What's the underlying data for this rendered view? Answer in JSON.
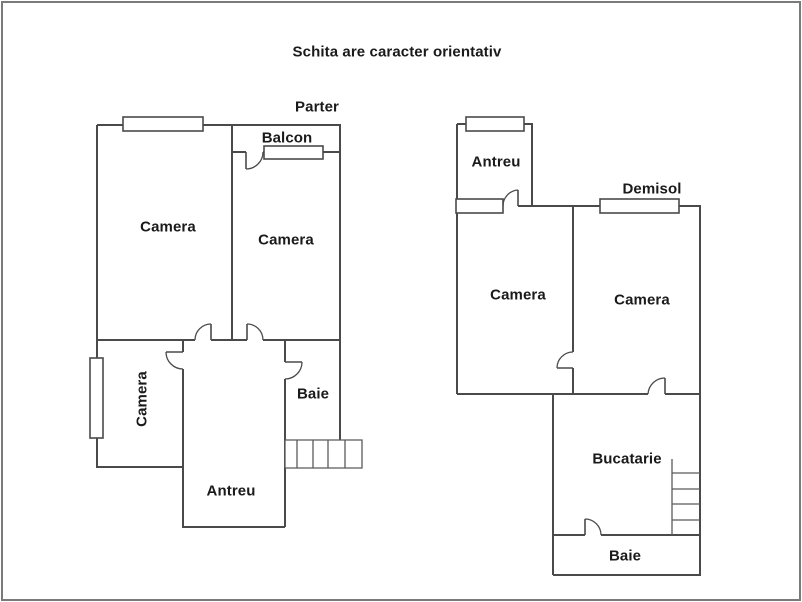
{
  "title": "Schita are caracter orientativ",
  "colors": {
    "background": "#ffffff",
    "wall": "#4a4a4a",
    "text": "#1a1a1a",
    "frame": "#7a7a7a",
    "stairs": "#5a5a5a"
  },
  "floors": {
    "parter": {
      "label": "Parter",
      "rooms": {
        "camera_top_left": "Camera",
        "camera_top_right": "Camera",
        "camera_bottom_left": "Camera",
        "balcon": "Balcon",
        "baie": "Baie",
        "antreu": "Antreu"
      }
    },
    "demisol": {
      "label": "Demisol",
      "rooms": {
        "antreu": "Antreu",
        "camera_left": "Camera",
        "camera_right": "Camera",
        "bucatarie": "Bucatarie",
        "baie": "Baie"
      }
    }
  }
}
